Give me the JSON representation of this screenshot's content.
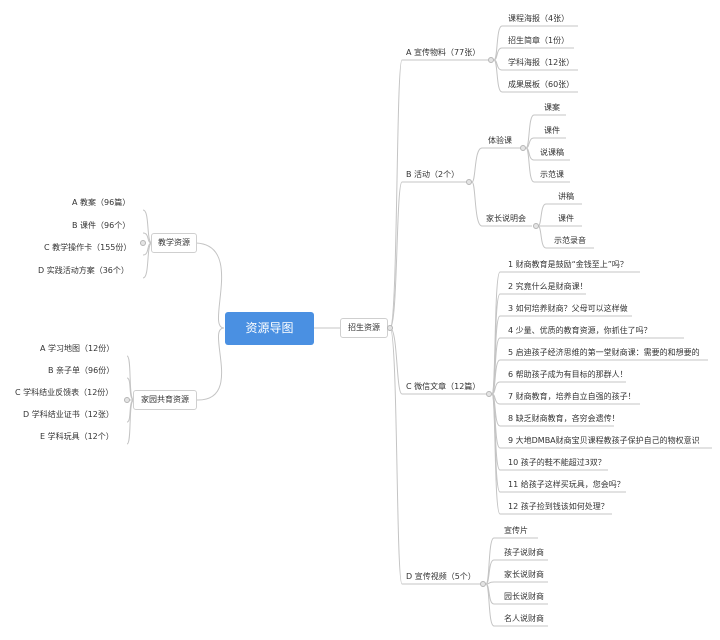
{
  "root": "资源导图",
  "left": {
    "teaching": {
      "label": "教学资源",
      "items": [
        "A 教案（96篇）",
        "B 课件（96个）",
        "C 教学操作卡（155份）",
        "D 实践活动方案（36个）"
      ]
    },
    "homeschool": {
      "label": "家园共育资源",
      "items": [
        "A 学习地图（12份）",
        "B 亲子单（96份）",
        "C 学科结业反馈表（12份）",
        "D 学科结业证书（12张）",
        "E 学科玩具（12个）"
      ]
    }
  },
  "right": {
    "recruit": {
      "label": "招生资源",
      "promo": {
        "label": "A 宣传物料（77张）",
        "items": [
          "课程海报（4张）",
          "招生简章（1份）",
          "学科海报（12张）",
          "成果展板（60张）"
        ]
      },
      "activity": {
        "label": "B 活动（2个）",
        "trial": {
          "label": "体验课",
          "items": [
            "课案",
            "课件",
            "说课稿",
            "示范课"
          ]
        },
        "parent": {
          "label": "家长说明会",
          "items": [
            "讲稿",
            "课件",
            "示范录音"
          ]
        }
      },
      "articles": {
        "label": "C 微信文章（12篇）",
        "items": [
          "1 财商教育是鼓励“金钱至上”吗？",
          "2 究竟什么是财商课！",
          "3 如何培养财商？父母可以这样做",
          "4 少量、优质的教育资源，你抓住了吗？",
          "5 启迪孩子经济思维的第一堂财商课：需要的和想要的",
          "6 帮助孩子成为有目标的那群人！",
          "7 财商教育，培养自立自强的孩子！",
          "8 缺乏财商教育，吝穷会遗传！",
          "9 大地DMBA财商宝贝课程教孩子保护自己的物权意识",
          "10 孩子的鞋不能超过3双？",
          "11 给孩子这样买玩具，您会吗？",
          "12 孩子捡到钱该如何处理？"
        ]
      },
      "videos": {
        "label": "D 宣传视频（5个）",
        "items": [
          "宣传片",
          "孩子说财商",
          "家长说财商",
          "园长说财商",
          "名人说财商"
        ]
      }
    }
  }
}
